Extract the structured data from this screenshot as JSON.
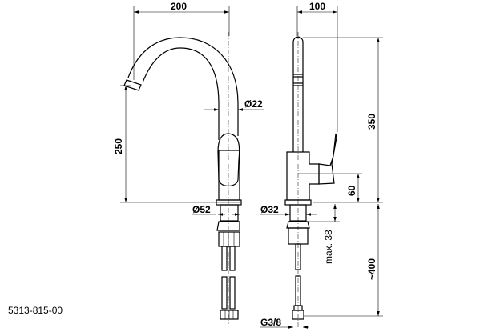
{
  "part_number": "5313-815-00",
  "front_view": {
    "width_label": "200",
    "height_label": "250",
    "spout_diameter_label": "Ø22",
    "base_diameter_label": "Ø52"
  },
  "side_view": {
    "depth_label": "100",
    "total_height_label": "350",
    "lever_height_label": "60",
    "shank_diameter_label": "Ø32",
    "mount_thickness_label": "max. 38",
    "hose_length_label": "~400",
    "thread_label": "G3/8"
  }
}
